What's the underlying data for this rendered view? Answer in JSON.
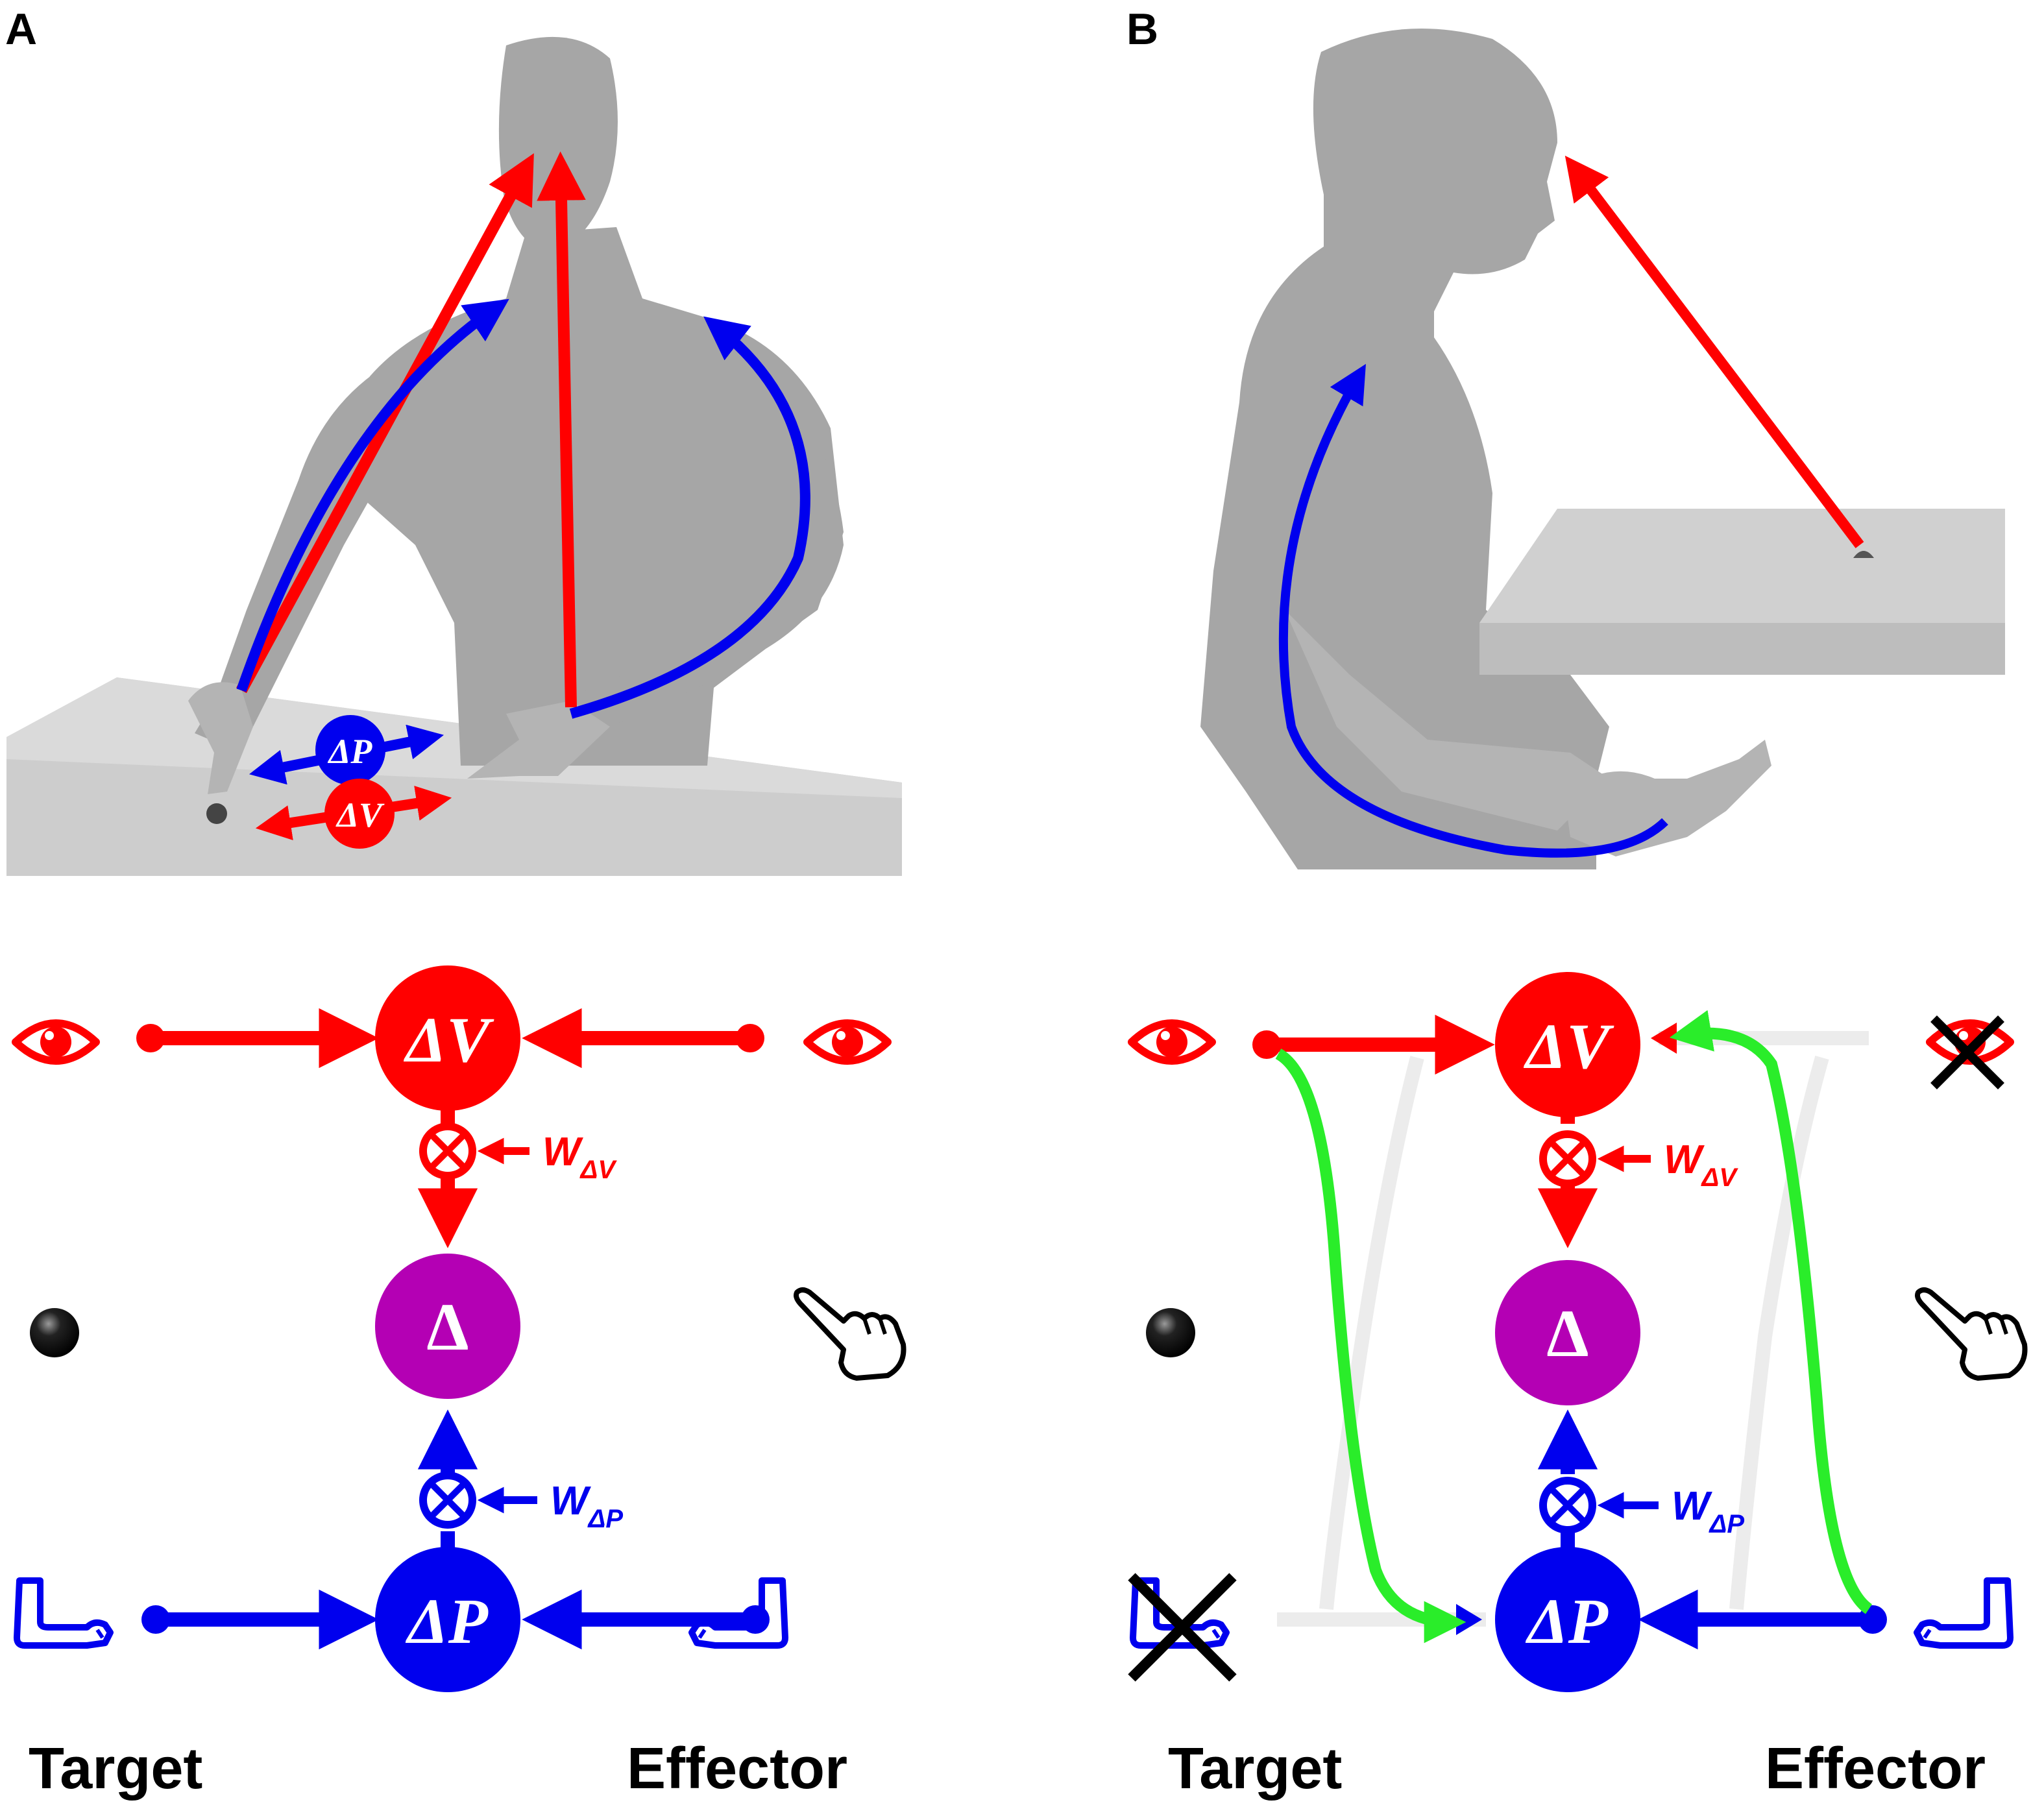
{
  "panels": [
    {
      "letter": "A",
      "footer": {
        "target_label": "Target",
        "effector_label": "Effector"
      }
    },
    {
      "letter": "B",
      "footer": {
        "target_label": "Target",
        "effector_label": "Effector"
      }
    }
  ],
  "nodes": {
    "delta_v": "ΔV",
    "delta": "Δ",
    "delta_p": "ΔP",
    "weight_v": {
      "base": "W",
      "sub": "ΔV"
    },
    "weight_p": {
      "base": "W",
      "sub": "ΔP"
    },
    "multiply_symbol": "⊗"
  },
  "illustration_labels": {
    "delta_p": "ΔP",
    "delta_v": "ΔV"
  },
  "colors": {
    "visual": "#ff0000",
    "proprioceptive": "#0000ee",
    "comparison": "#b400b4",
    "transfer": "#2aed2a",
    "disabled_path": "#ececec",
    "figure": "#a6a6a6",
    "table": "#cdcdcd"
  },
  "icons": {
    "visual": "eye-icon",
    "proprioceptive": "arm-icon",
    "target": "ball-icon",
    "effector": "pointing-hand-icon",
    "removed": "cross-icon"
  }
}
